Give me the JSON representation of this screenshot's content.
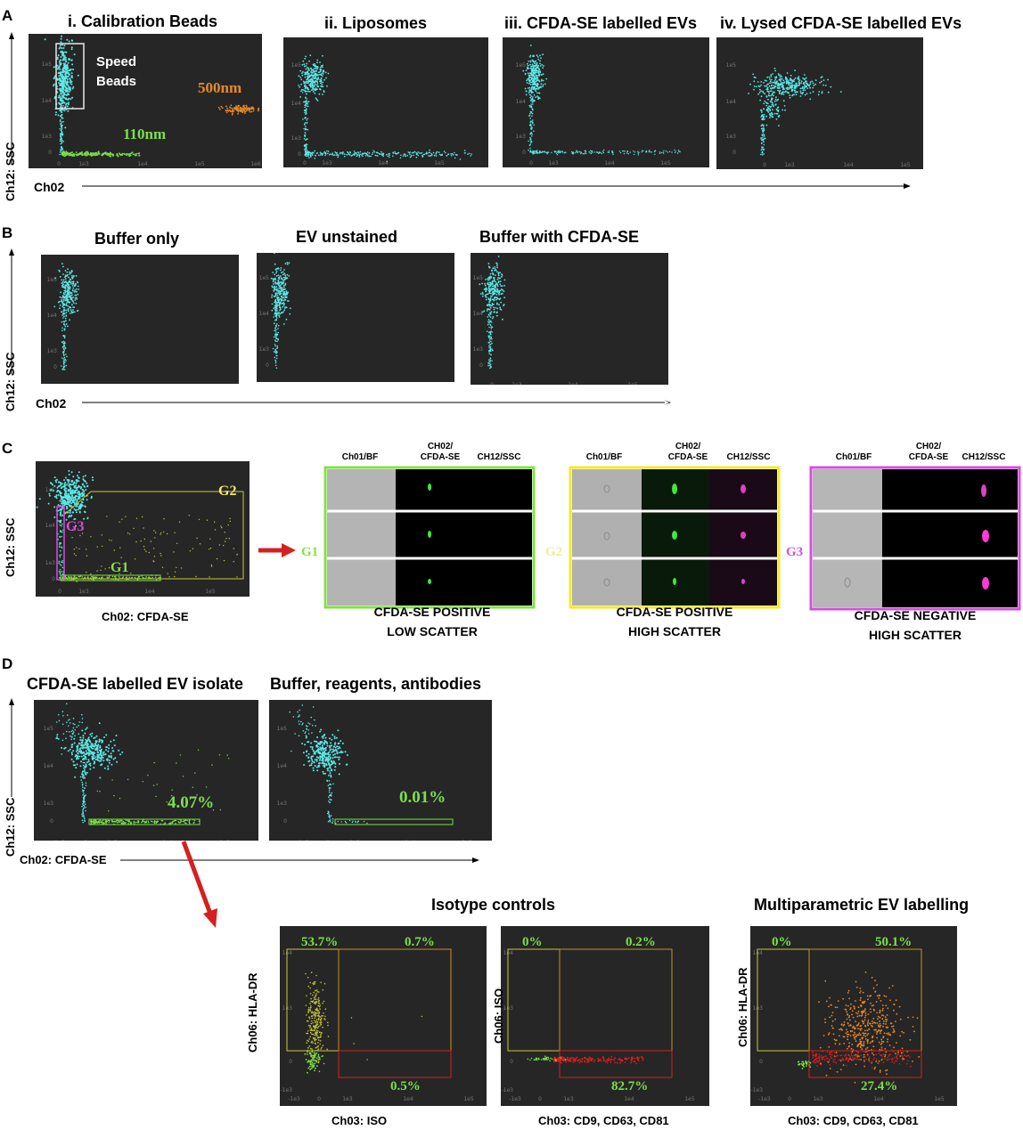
{
  "panels": {
    "A": {
      "label": "A",
      "y_axis": "Ch12: SSC",
      "x_axis": "Ch02",
      "plots": [
        {
          "title": "i. Calibration Beads",
          "annotations": [
            "Speed",
            "Beads",
            "500nm",
            "110nm"
          ]
        },
        {
          "title": "ii. Liposomes"
        },
        {
          "title": "iii. CFDA-SE labelled EVs"
        },
        {
          "title": "iv. Lysed CFDA-SE labelled EVs"
        }
      ]
    },
    "B": {
      "label": "B",
      "y_axis": "Ch12: SSC",
      "x_axis": "Ch02",
      "plots": [
        {
          "title": "Buffer only"
        },
        {
          "title": "EV unstained"
        },
        {
          "title": "Buffer with CFDA-SE"
        }
      ]
    },
    "C": {
      "label": "C",
      "y_axis": "Ch12: SSC",
      "x_axis": "Ch02: CFDA-SE",
      "gates": [
        "G1",
        "G2",
        "G3"
      ],
      "channel_headers": [
        "Ch01/BF",
        "CH02/\nCFDA-SE",
        "CH12/SSC"
      ],
      "groups": [
        {
          "gate": "G1",
          "caption_1": "CFDA-SE POSITIVE",
          "caption_2": "LOW SCATTER",
          "color": "#86e04a"
        },
        {
          "gate": "G2",
          "caption_1": "CFDA-SE POSITIVE",
          "caption_2": "HIGH SCATTER",
          "color": "#f3ea2b"
        },
        {
          "gate": "G3",
          "caption_1": "CFDA-SE NEGATIVE",
          "caption_2": "HIGH SCATTER",
          "color": "#d64fdc"
        }
      ]
    },
    "D": {
      "label": "D",
      "y_axis": "Ch12: SSC",
      "x_axis": "Ch02: CFDA-SE",
      "plots": [
        {
          "title": "CFDA-SE  labelled EV isolate",
          "percent": "4.07%"
        },
        {
          "title": "Buffer, reagents, antibodies",
          "percent": "0.01%"
        }
      ],
      "isotype_title": "Isotype controls",
      "multi_title": "Multiparametric EV labelling",
      "quad_plots": [
        {
          "y_axis": "Ch06: HLA-DR",
          "x_axis": "Ch03: ISO",
          "ul": "53.7%",
          "ur": "0.7%",
          "lr": "0.5%"
        },
        {
          "y_axis": "Ch06: ISO",
          "x_axis": "Ch03: CD9, CD63, CD81",
          "ul": "0%",
          "ur": "0.2%",
          "lr": "82.7%"
        },
        {
          "y_axis": "Ch06: HLA-DR",
          "x_axis": "Ch03: CD9, CD63, CD81",
          "ul": "0%",
          "ur": "50.1%",
          "lr": "27.4%"
        }
      ]
    }
  },
  "ticks": {
    "y": [
      "1e5",
      "1e4",
      "1e3",
      "0"
    ],
    "x": [
      "0",
      "1e3",
      "1e4",
      "1e5",
      "1e6"
    ],
    "xd": [
      "-1e3",
      "0",
      "1e3",
      "1e4",
      "1e5"
    ],
    "qy": [
      "1e4",
      "1e3",
      "0",
      "-1e3"
    ]
  },
  "colors": {
    "plot_bg": "#262626",
    "cyan": "#5ee8e8",
    "green": "#7be04a",
    "orange": "#e88a2a",
    "yellow_gate": "#c8c83a",
    "magenta": "#d64fdc",
    "red": "#d42020"
  }
}
